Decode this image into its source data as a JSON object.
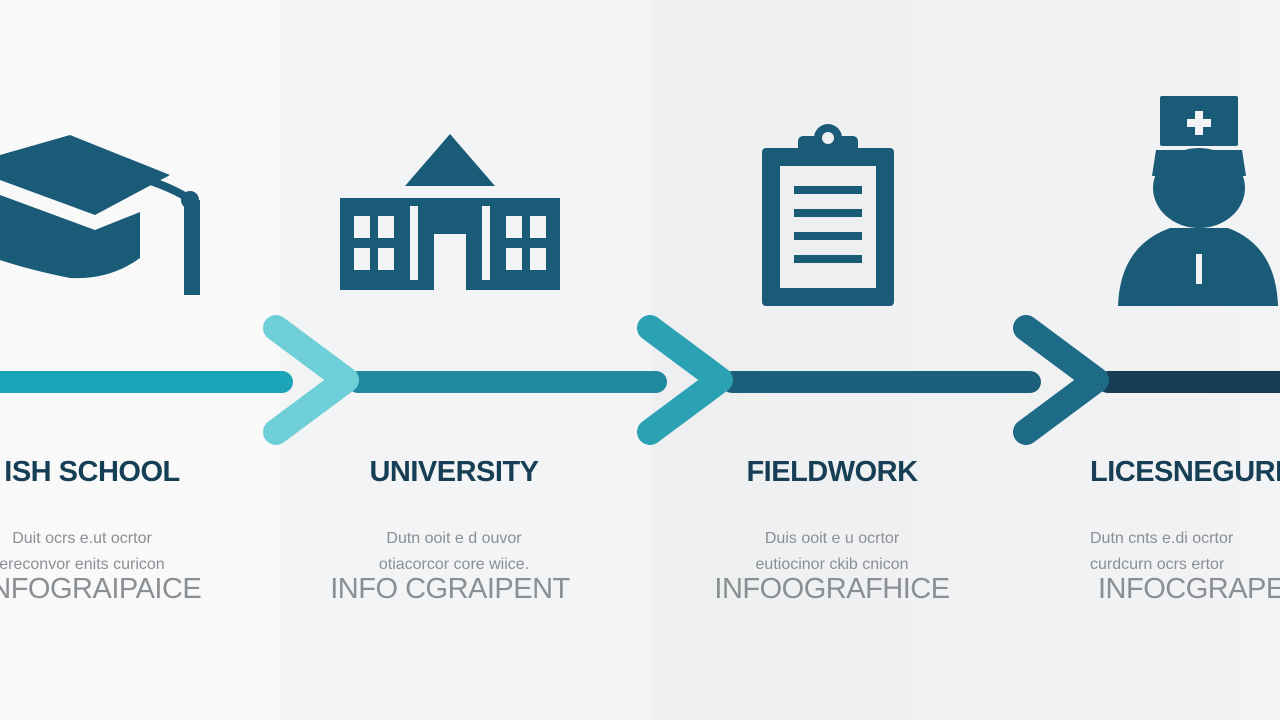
{
  "colors": {
    "icon": "#1a5b78",
    "line_1": "#1ba3b8",
    "line_2": "#1f8aa0",
    "line_3": "#1b5f7a",
    "line_4": "#173e55",
    "arrow_1": "#6ecfd9",
    "arrow_2": "#2aa2b3",
    "arrow_3": "#1e6b87",
    "title": "#163f56",
    "subtext": "#8a8f94"
  },
  "stages": [
    {
      "icon": "graduation-cap-icon",
      "title": "ISH SCHOOL",
      "description": "Duit ocrs e.ut ocrtor\nereconvor enits curicon",
      "subtitle": "INFOGRAIPAICE"
    },
    {
      "icon": "university-building-icon",
      "title": "UNIVERSITY",
      "description": "Dutn ooit e d ouvor\notiacorcor core wiice.",
      "subtitle": "INFO CGRAIPENT"
    },
    {
      "icon": "clipboard-icon",
      "title": "FIELDWORK",
      "description": "Duis ooit e u ocrtor\neutiocinor ckib cnicon",
      "subtitle": "INFOOGRAFHICE"
    },
    {
      "icon": "nurse-icon",
      "title": "LICESNEGURI",
      "description": "Dutn cnts e.di ocrtor\ncurdcurn ocrs ertor",
      "subtitle": "INFOCGRAPENT"
    }
  ]
}
